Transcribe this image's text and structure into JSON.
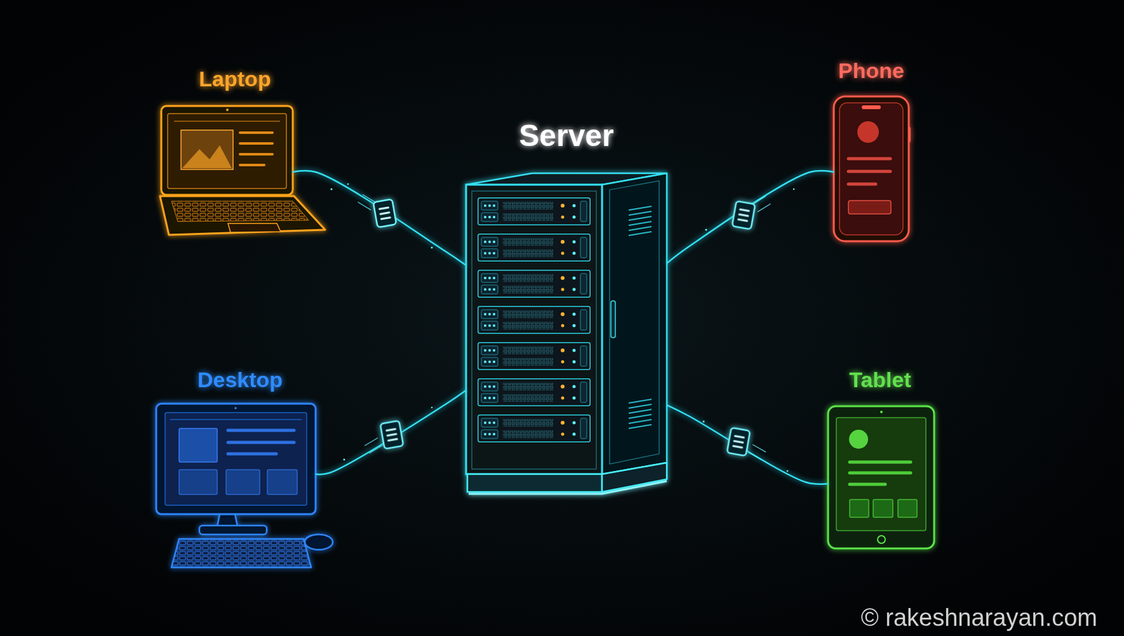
{
  "diagram": {
    "nodes": [
      {
        "text": [
          "Laptop"
        ]
      },
      {
        "text": [
          "Server"
        ]
      },
      {
        "text": [
          "Phone"
        ]
      },
      {
        "text": [
          "Desktop"
        ]
      },
      {
        "text": [
          "Tablet"
        ]
      }
    ],
    "edges": [
      {
        "from": 0,
        "to": 1,
        "arrow": "none"
      },
      {
        "from": 2,
        "to": 1,
        "arrow": "none"
      },
      {
        "from": 3,
        "to": 1,
        "arrow": "none"
      },
      {
        "from": 4,
        "to": 1,
        "arrow": "none"
      }
    ],
    "labels": [
      "© rakeshnarayan.com"
    ]
  }
}
